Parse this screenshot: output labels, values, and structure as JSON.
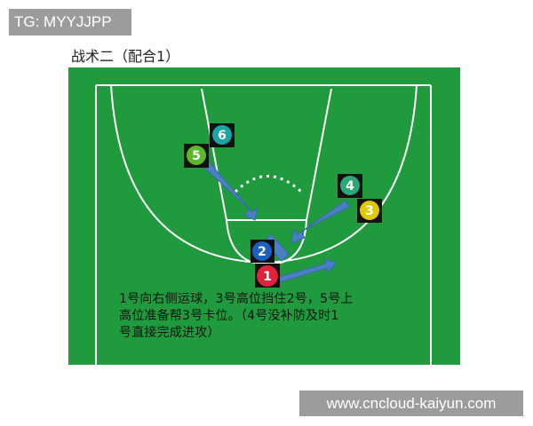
{
  "watermark_top": "TG: MYYJJPP",
  "figure_title": "战术二（配合1）",
  "caption_lines": [
    "1号向右侧运球，3号高位挡住2号，5号上",
    "高位准备帮3号卡位。（4号没补防及时1",
    "号直接完成进攻）"
  ],
  "players": [
    {
      "number": "6",
      "color": "#1aa7a3"
    },
    {
      "number": "5",
      "color": "#5cb82a"
    },
    {
      "number": "4",
      "color": "#2aa87a"
    },
    {
      "number": "3",
      "color": "#e0c800"
    },
    {
      "number": "2",
      "color": "#1e5fc2"
    },
    {
      "number": "1",
      "color": "#e0223a"
    }
  ],
  "colors": {
    "court": "#1f9a3d",
    "lines": "#ffffff",
    "arrow": "#4a7fc4",
    "watermark_bg": "#9c9c9c"
  },
  "watermark_bottom": "www.cncloud-kaiyun.com"
}
